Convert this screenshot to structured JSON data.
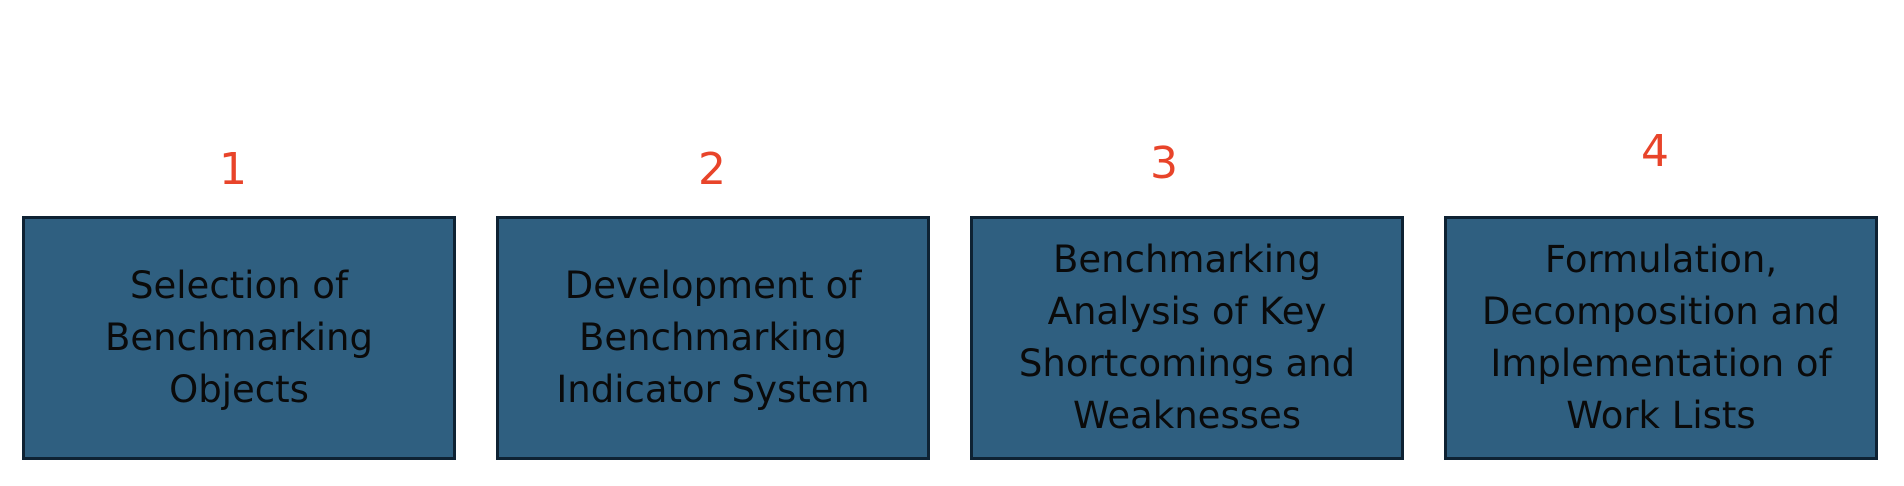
{
  "steps": [
    {
      "number": "1",
      "label": "Selection of Benchmarking Objects"
    },
    {
      "number": "2",
      "label": "Development of Benchmarking Indicator System"
    },
    {
      "number": "3",
      "label": "Benchmarking Analysis of Key Shortcomings and Weaknesses"
    },
    {
      "number": "4",
      "label": "Formulation, Decomposition and Implementation of Work Lists"
    }
  ],
  "colors": {
    "number": "#e8442a",
    "box_fill": "#2f5f80",
    "box_border": "#0e2233",
    "text": "#0a0a0a"
  }
}
